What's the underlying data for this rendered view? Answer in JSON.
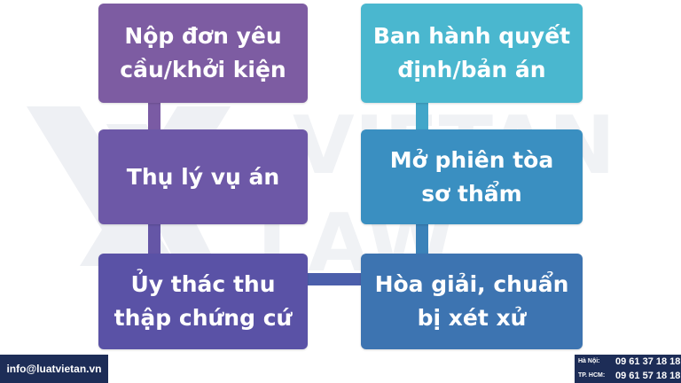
{
  "watermark": {
    "line1": "VIETAN",
    "line2": "LAW"
  },
  "steps": [
    {
      "label_line1": "Nộp đơn yêu",
      "label_line2": "cầu/khởi kiện",
      "color": "#7d5ca2"
    },
    {
      "label_line1": "Thụ lý vụ án",
      "label_line2": "",
      "color": "#6d58a7"
    },
    {
      "label_line1": "Ủy thác thu",
      "label_line2": "thập chứng cứ",
      "color": "#5a52a6"
    },
    {
      "label_line1": "Hòa giải, chuẩn",
      "label_line2": "bị xét xử",
      "color": "#3d74b1"
    },
    {
      "label_line1": "Mở phiên tòa",
      "label_line2": "sơ thẩm",
      "color": "#3a8fc1"
    },
    {
      "label_line1": "Ban hành quyết",
      "label_line2": "định/bản án",
      "color": "#4ab7cf"
    }
  ],
  "footer": {
    "email": "info@luatvietan.vn",
    "phones": [
      {
        "city": "Hà Nội:",
        "number": "09 61 37 18 18"
      },
      {
        "city": "TP. HCM:",
        "number": "09 61 57 18 18"
      }
    ]
  }
}
